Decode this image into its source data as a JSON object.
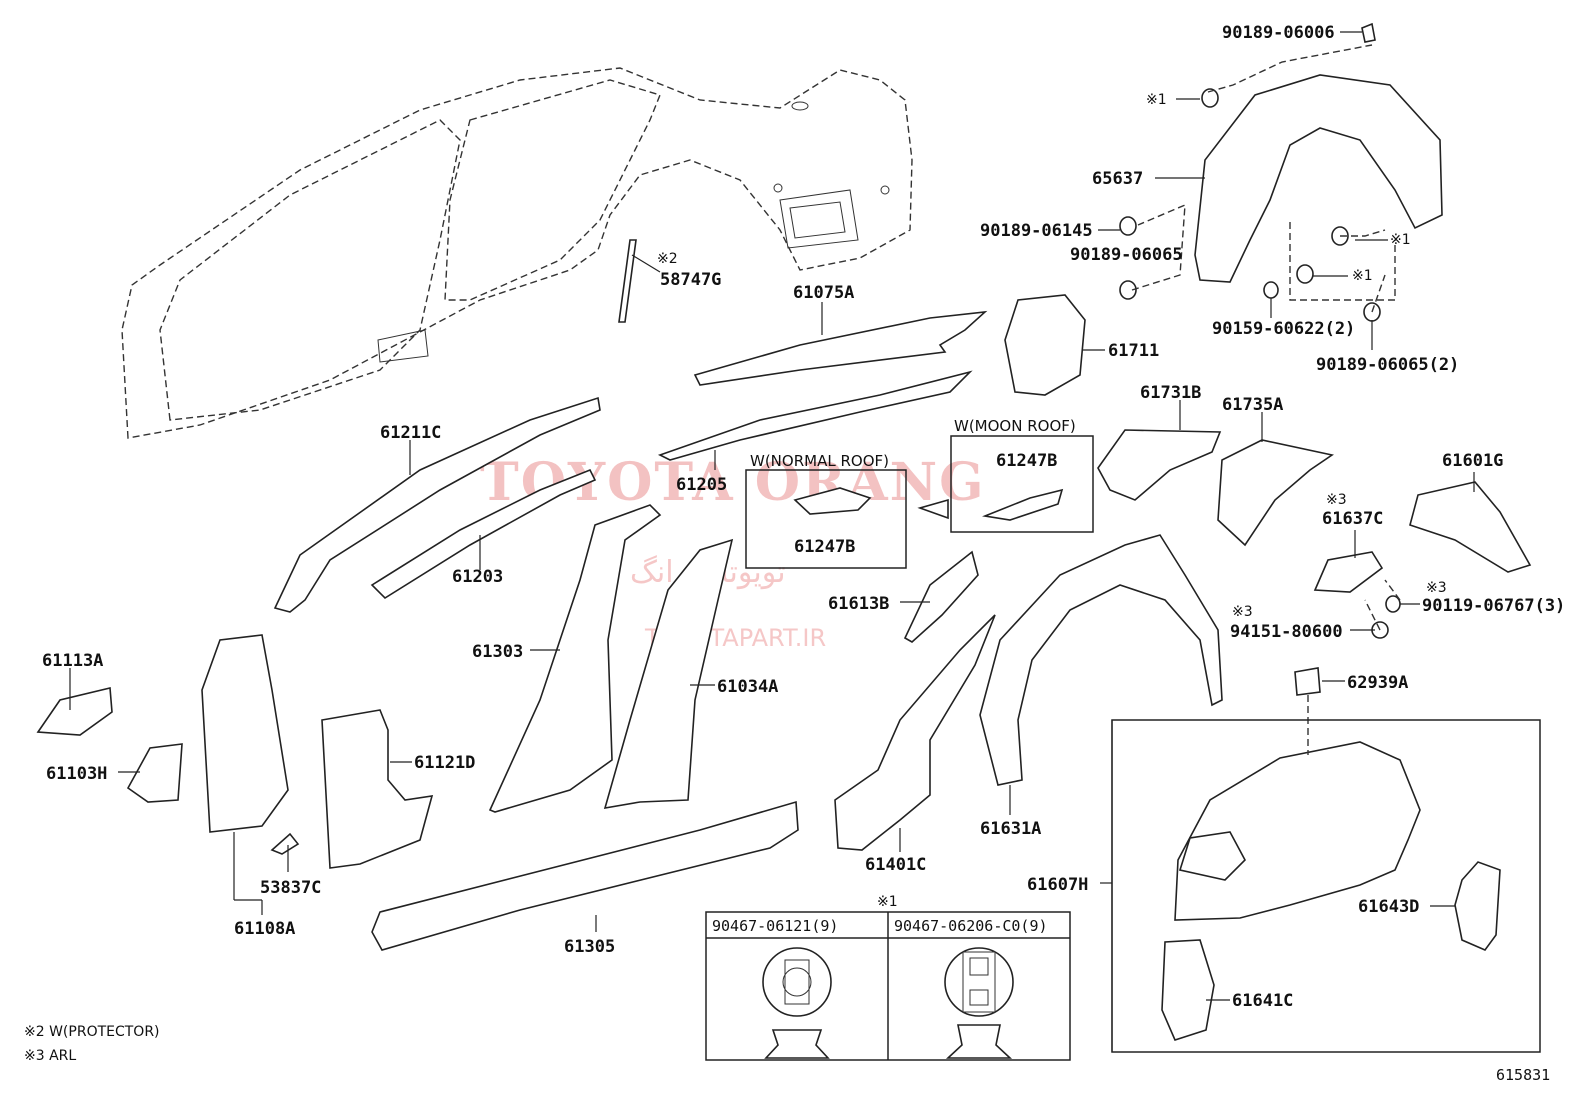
{
  "diagram": {
    "watermark": {
      "brand": "TOYOTA ORANG",
      "persian": "تویوتا اورانگ",
      "site": "TOYOTAPART.IR"
    },
    "parts": {
      "p90189_06006": "90189-06006",
      "p65637": "65637",
      "p90189_06145": "90189-06145",
      "p90189_06065": "90189-06065",
      "p90159_60622": "90159-60622(2)",
      "p90189_06065_2": "90189-06065(2)",
      "p58747G": "58747G",
      "p61075A": "61075A",
      "p61711": "61711",
      "p61731B": "61731B",
      "p61735A": "61735A",
      "p61211C": "61211C",
      "p61205": "61205",
      "p61247B_moon": "61247B",
      "p61247B_normal": "61247B",
      "p61601G": "61601G",
      "p61637C": "61637C",
      "p61203": "61203",
      "p61613B": "61613B",
      "p90119_06767": "90119-06767(3)",
      "p94151_80600": "94151-80600",
      "p61113A": "61113A",
      "p61303": "61303",
      "p61034A": "61034A",
      "p62939A": "62939A",
      "p61103H": "61103H",
      "p61121D": "61121D",
      "p61631A": "61631A",
      "p53837C": "53837C",
      "p61401C": "61401C",
      "p61607H": "61607H",
      "p61108A": "61108A",
      "p61305": "61305",
      "p61643D": "61643D",
      "p61641C": "61641C"
    },
    "markers": {
      "m1": "※1",
      "m2": "※2",
      "m3": "※3"
    },
    "captions": {
      "normal_roof": "W(NORMAL ROOF)",
      "moon_roof": "W(MOON ROOF)"
    },
    "clip_table": {
      "col1": "90467-06121(9)",
      "col2": "90467-06206-C0(9)"
    },
    "notes": {
      "n2": "※2 W(PROTECTOR)",
      "n3": "※3 ARL"
    },
    "figure_id": "615831"
  }
}
